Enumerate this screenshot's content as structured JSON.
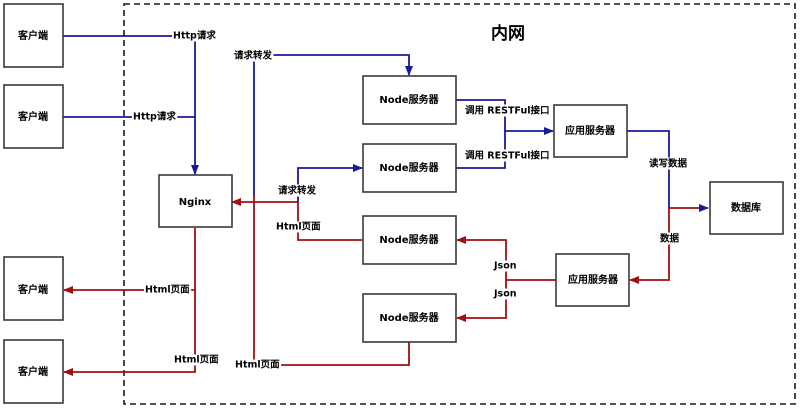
{
  "colors": {
    "request": "#1a1a9c",
    "response": "#a01010",
    "box_border": "#3a3a3a",
    "zone_border": "#1a1a1a"
  },
  "zone": {
    "title": "内网"
  },
  "nodes": {
    "client1": {
      "label": "客户端"
    },
    "client2": {
      "label": "客户端"
    },
    "client3": {
      "label": "客户端"
    },
    "client4": {
      "label": "客户端"
    },
    "nginx": {
      "label": "Nginx"
    },
    "node1": {
      "label": "Node服务器"
    },
    "node2": {
      "label": "Node服务器"
    },
    "node3": {
      "label": "Node服务器"
    },
    "node4": {
      "label": "Node服务器"
    },
    "app1": {
      "label": "应用服务器"
    },
    "app2": {
      "label": "应用服务器"
    },
    "db": {
      "label": "数据库"
    }
  },
  "edges": {
    "http1": {
      "label": "Http请求",
      "type": "request"
    },
    "http2": {
      "label": "Http请求",
      "type": "request"
    },
    "forward1": {
      "label": "请求转发",
      "type": "request"
    },
    "forward2": {
      "label": "请求转发",
      "type": "request"
    },
    "rest1": {
      "label": "调用 RESTFul接口",
      "type": "request"
    },
    "rest2": {
      "label": "调用 RESTFul接口",
      "type": "request"
    },
    "rw": {
      "label": "读写数据",
      "type": "request"
    },
    "data": {
      "label": "数据",
      "type": "response"
    },
    "json1": {
      "label": "Json",
      "type": "response"
    },
    "json2": {
      "label": "Json",
      "type": "response"
    },
    "html_node3": {
      "label": "Html页面",
      "type": "response"
    },
    "html_node4": {
      "label": "Html页面",
      "type": "response"
    },
    "html_client3": {
      "label": "Html页面",
      "type": "response"
    },
    "html_client4": {
      "label": "Html页面",
      "type": "response"
    }
  }
}
